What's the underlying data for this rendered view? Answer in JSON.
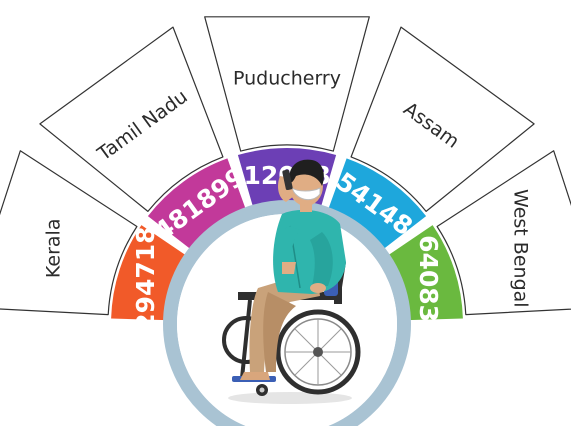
{
  "states": [
    {
      "name": "Kerala",
      "value": "294718",
      "color": "#f15a29"
    },
    {
      "name": "Tamil Nadu",
      "value": "481899",
      "color": "#c2399a"
    },
    {
      "name": "Puducherry",
      "value": "12038",
      "color": "#6c3fb5"
    },
    {
      "name": "Assam",
      "value": "54148",
      "color": "#1ea7dc"
    },
    {
      "name": "West Bengal",
      "value": "64083",
      "color": "#6ab93f"
    }
  ],
  "ring_color": "#a9c3d3",
  "figure": {
    "icon": "person-in-wheelchair-on-phone-icon"
  }
}
